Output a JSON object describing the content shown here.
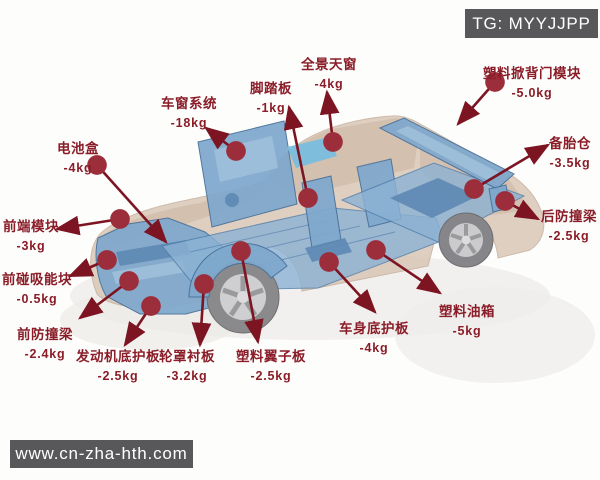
{
  "watermarks": {
    "top_right": "TG: MYYJJPP",
    "bottom_left": "www.cn-zha-hth.com"
  },
  "labels": [
    {
      "name": "车窗系统",
      "weight": "-18kg"
    },
    {
      "name": "脚踏板",
      "weight": "-1kg"
    },
    {
      "name": "全景天窗",
      "weight": "-4kg"
    },
    {
      "name": "塑料掀背门模块",
      "weight": "-5.0kg"
    },
    {
      "name": "电池盒",
      "weight": "-4kg"
    },
    {
      "name": "备胎仓",
      "weight": "-3.5kg"
    },
    {
      "name": "前端模块",
      "weight": "-3kg"
    },
    {
      "name": "后防撞梁",
      "weight": "-2.5kg"
    },
    {
      "name": "前碰吸能块",
      "weight": "-0.5kg"
    },
    {
      "name": "前防撞梁",
      "weight": "-2.4kg"
    },
    {
      "name": "发动机底护板",
      "weight": "-2.5kg"
    },
    {
      "name": "轮罩衬板",
      "weight": "-3.2kg"
    },
    {
      "name": "塑料翼子板",
      "weight": "-2.5kg"
    },
    {
      "name": "车身底护板",
      "weight": "-4kg"
    },
    {
      "name": "塑料油箱",
      "weight": "-5kg"
    }
  ],
  "colors": {
    "label_text": "#8a1d28",
    "arrow": "#7c1422",
    "arrow_dot": "#9c2e3c",
    "watermark_bg": "#58585a",
    "watermark_text": "#ffffff",
    "car_body": "#d7c4b3",
    "car_parts_blue": "#7fa8cd"
  }
}
